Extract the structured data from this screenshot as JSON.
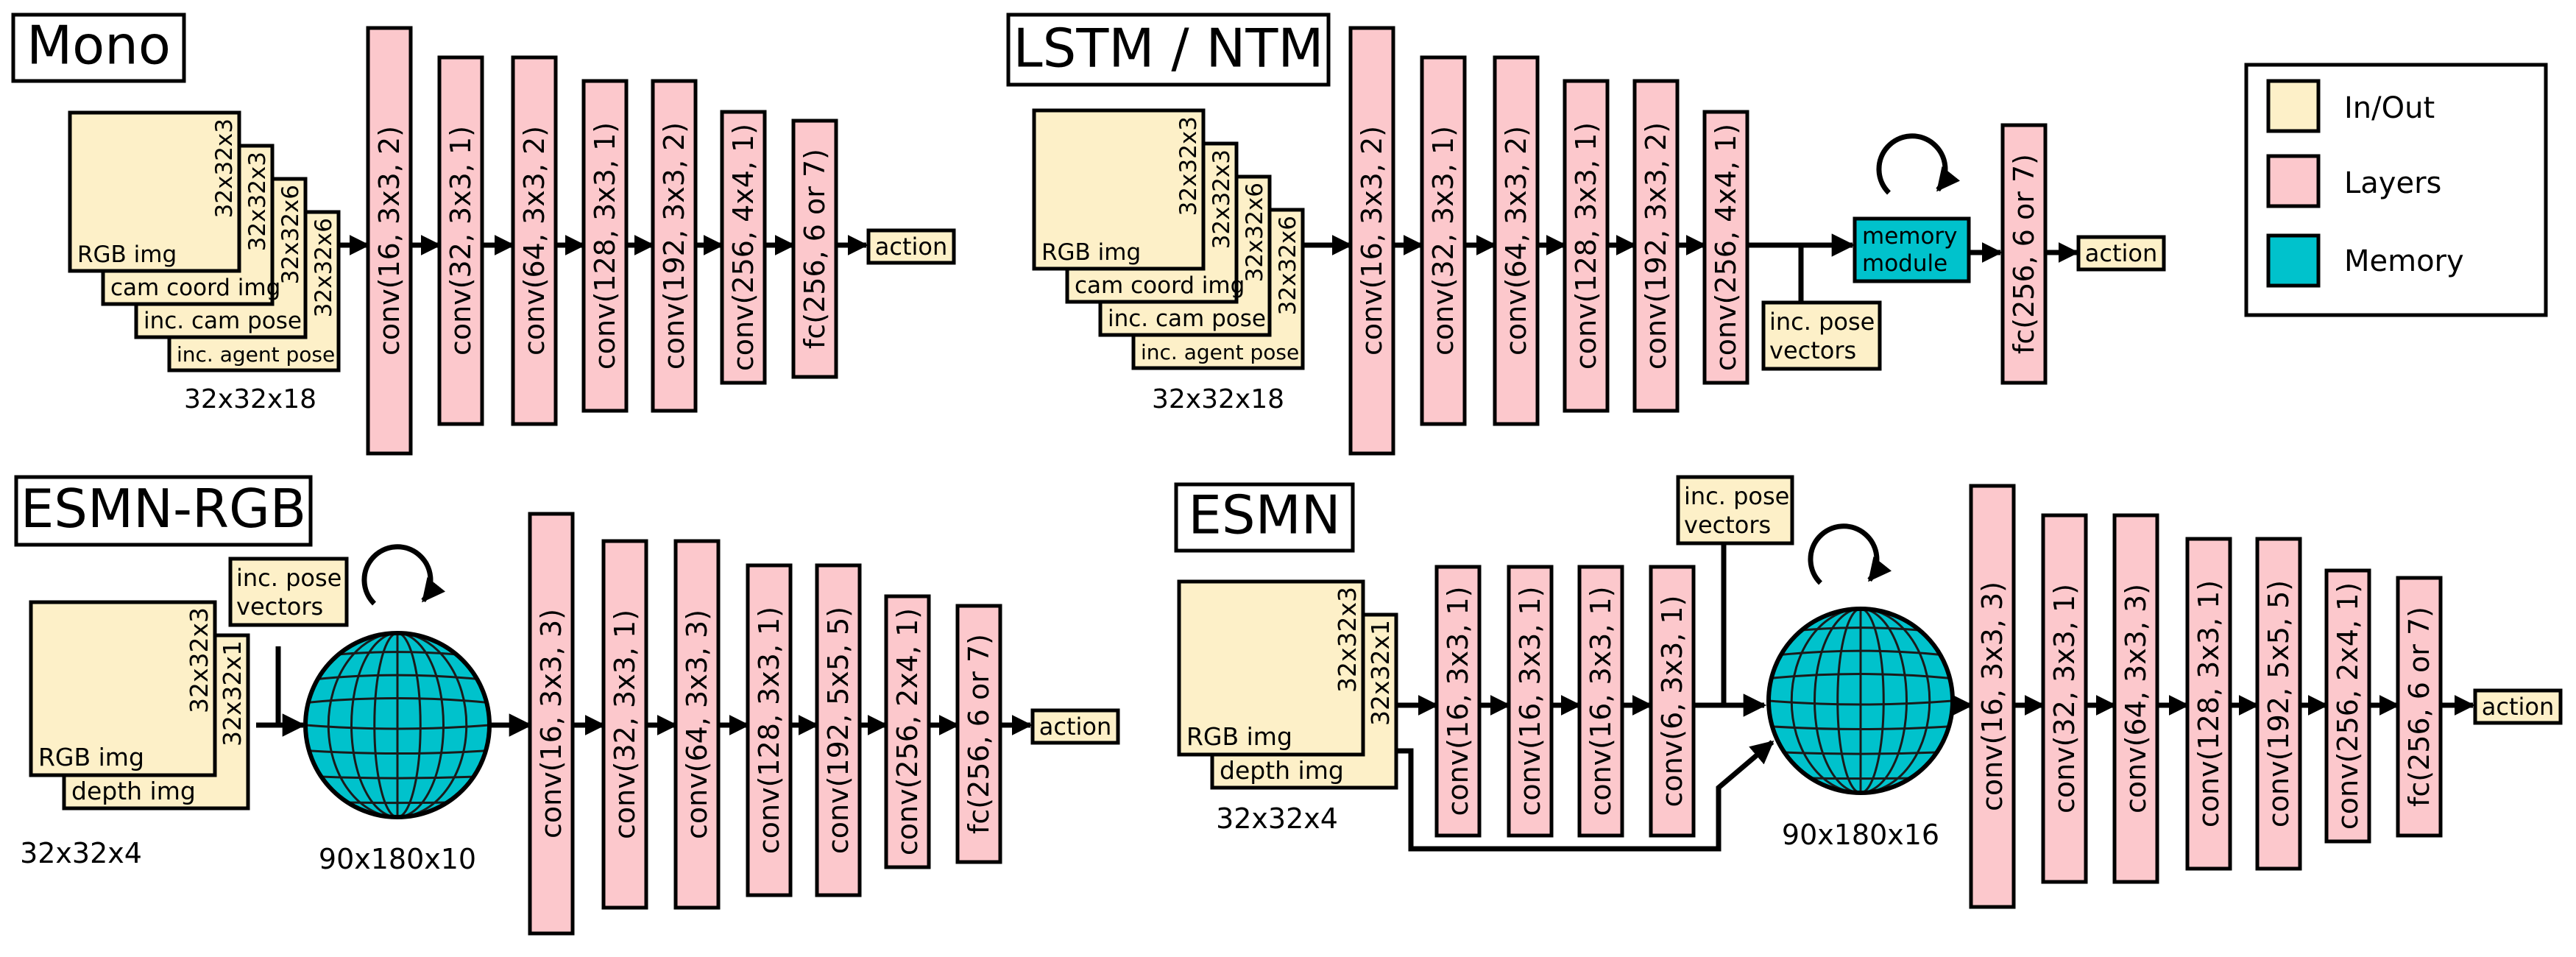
{
  "legend": {
    "in_out": "In/Out",
    "layers": "Layers",
    "memory": "Memory",
    "colors": {
      "in_out": "#fdf0c8",
      "layers": "#fcc8cc",
      "memory": "#00c2cc"
    }
  },
  "mono": {
    "title": "Mono",
    "inputs": {
      "rgb_img": "RGB img",
      "rgb_dim": "32x32x3",
      "cam_coord_img": "cam coord img",
      "cam_coord_dim": "32x32x3",
      "inc_cam_pose": "inc. cam pose",
      "inc_cam_pose_dim": "32x32x6",
      "inc_agent_pose": "inc. agent pose",
      "inc_agent_pose_dim": "32x32x6"
    },
    "input_size": "32x32x18",
    "layers": [
      "conv(16, 3x3, 2)",
      "conv(32, 3x3, 1)",
      "conv(64, 3x3, 2)",
      "conv(128, 3x3, 1)",
      "conv(192, 3x3, 2)",
      "conv(256, 4x4, 1)",
      "fc(256, 6 or 7)"
    ],
    "output": "action"
  },
  "lstm": {
    "title": "LSTM / NTM",
    "inputs": {
      "rgb_img": "RGB img",
      "rgb_dim": "32x32x3",
      "cam_coord_img": "cam coord img",
      "cam_coord_dim": "32x32x3",
      "inc_cam_pose": "inc. cam pose",
      "inc_cam_pose_dim": "32x32x6",
      "inc_agent_pose": "inc. agent pose",
      "inc_agent_pose_dim": "32x32x6"
    },
    "input_size": "32x32x18",
    "layers": [
      "conv(16, 3x3, 2)",
      "conv(32, 3x3, 1)",
      "conv(64, 3x3, 2)",
      "conv(128, 3x3, 1)",
      "conv(192, 3x3, 2)",
      "conv(256, 4x4, 1)"
    ],
    "pose_line1": "inc. pose",
    "pose_line2": "vectors",
    "memory_line1": "memory",
    "memory_line2": "module",
    "fc": "fc(256, 6 or 7)",
    "output": "action"
  },
  "esmn_rgb": {
    "title": "ESMN-RGB",
    "inputs": {
      "rgb_img": "RGB img",
      "rgb_dim": "32x32x3",
      "depth_img": "depth img",
      "depth_dim": "32x32x1"
    },
    "input_size": "32x32x4",
    "pose_line1": "inc. pose",
    "pose_line2": "vectors",
    "memory_size": "90x180x10",
    "layers": [
      "conv(16, 3x3, 3)",
      "conv(32, 3x3, 1)",
      "conv(64, 3x3, 3)",
      "conv(128, 3x3, 1)",
      "conv(192, 5x5, 5)",
      "conv(256, 2x4, 1)",
      "fc(256, 6 or 7)"
    ],
    "output": "action"
  },
  "esmn": {
    "title": "ESMN",
    "inputs": {
      "rgb_img": "RGB img",
      "rgb_dim": "32x32x3",
      "depth_img": "depth img",
      "depth_dim": "32x32x1"
    },
    "input_size": "32x32x4",
    "pre_layers": [
      "conv(16, 3x3, 1)",
      "conv(16, 3x3, 1)",
      "conv(16, 3x3, 1)",
      "conv(6, 3x3, 1)"
    ],
    "pose_line1": "inc. pose",
    "pose_line2": "vectors",
    "memory_size": "90x180x16",
    "layers": [
      "conv(16, 3x3, 3)",
      "conv(32, 3x3, 1)",
      "conv(64, 3x3, 3)",
      "conv(128, 3x3, 1)",
      "conv(192, 5x5, 5)",
      "conv(256, 2x4, 1)",
      "fc(256, 6 or 7)"
    ],
    "output": "action"
  }
}
